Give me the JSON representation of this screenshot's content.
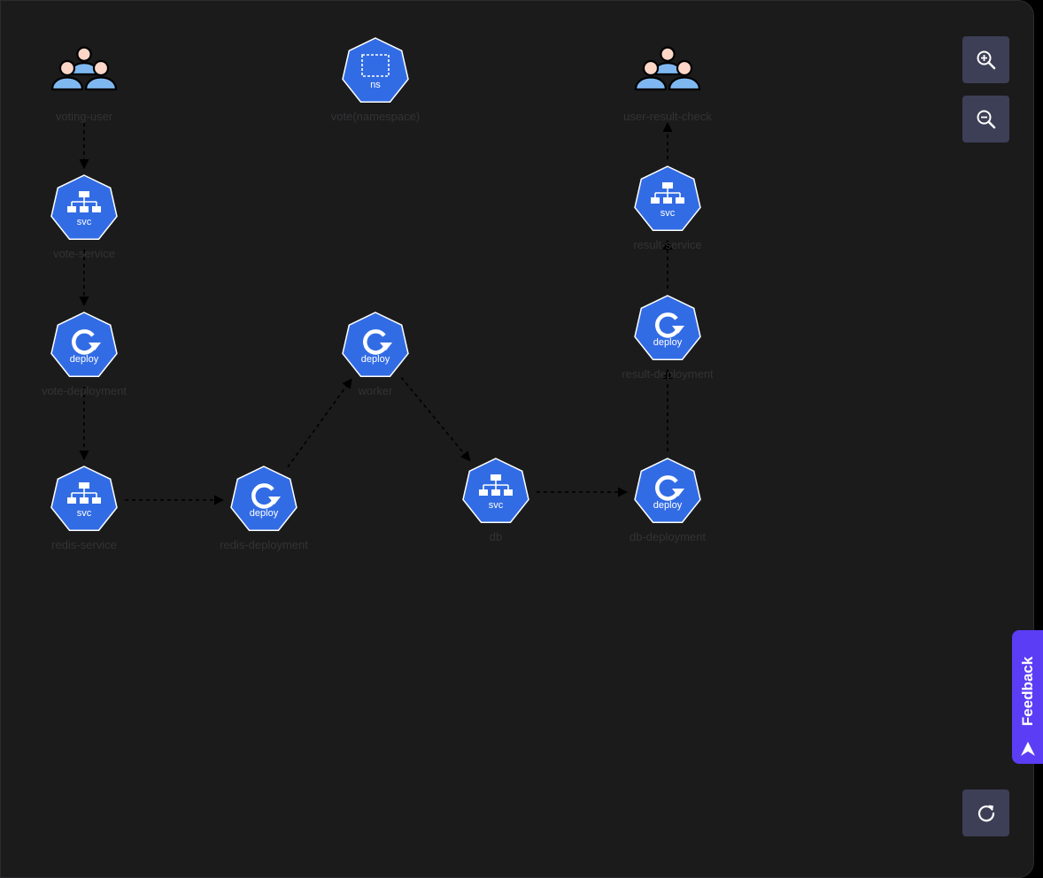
{
  "diagram": {
    "nodes": [
      {
        "id": "voting-user",
        "kind": "users",
        "label": "voting-user",
        "badge": ""
      },
      {
        "id": "vote-namespace",
        "kind": "ns",
        "label": "vote(namespace)",
        "badge": "ns"
      },
      {
        "id": "user-result-check",
        "kind": "users",
        "label": "user-result-check",
        "badge": ""
      },
      {
        "id": "vote-service",
        "kind": "svc",
        "label": "vote-service",
        "badge": "svc"
      },
      {
        "id": "result-service",
        "kind": "svc",
        "label": "result-service",
        "badge": "svc"
      },
      {
        "id": "vote-deployment",
        "kind": "deploy",
        "label": "vote-deployment",
        "badge": "deploy"
      },
      {
        "id": "worker",
        "kind": "deploy",
        "label": "worker",
        "badge": "deploy"
      },
      {
        "id": "result-deployment",
        "kind": "deploy",
        "label": "result-deployment",
        "badge": "deploy"
      },
      {
        "id": "redis-service",
        "kind": "svc",
        "label": "redis-service",
        "badge": "svc"
      },
      {
        "id": "redis-deployment",
        "kind": "deploy",
        "label": "redis-deployment",
        "badge": "deploy"
      },
      {
        "id": "db",
        "kind": "svc",
        "label": "db",
        "badge": "svc"
      },
      {
        "id": "db-deployment",
        "kind": "deploy",
        "label": "db-deployment",
        "badge": "deploy"
      }
    ],
    "edges": [
      {
        "from": "voting-user",
        "to": "vote-service"
      },
      {
        "from": "vote-service",
        "to": "vote-deployment"
      },
      {
        "from": "vote-deployment",
        "to": "redis-service"
      },
      {
        "from": "redis-service",
        "to": "redis-deployment"
      },
      {
        "from": "redis-deployment",
        "to": "worker"
      },
      {
        "from": "worker",
        "to": "db"
      },
      {
        "from": "db",
        "to": "db-deployment"
      },
      {
        "from": "db-deployment",
        "to": "result-deployment"
      },
      {
        "from": "result-deployment",
        "to": "result-service"
      },
      {
        "from": "result-service",
        "to": "user-result-check"
      }
    ]
  },
  "controls": {
    "zoom_in_icon": "zoom-in-icon",
    "zoom_out_icon": "zoom-out-icon",
    "reset_icon": "refresh-icon"
  },
  "feedback": {
    "label": "Feedback",
    "icon": "send-arrow-icon"
  },
  "colors": {
    "canvas": "#1b1b1c",
    "node_fill": "#326ce5",
    "control_button": "#3c3f55",
    "feedback_tab": "#5b3df5",
    "user_body": "#7fb8f0",
    "user_head": "#fcd7c8"
  }
}
